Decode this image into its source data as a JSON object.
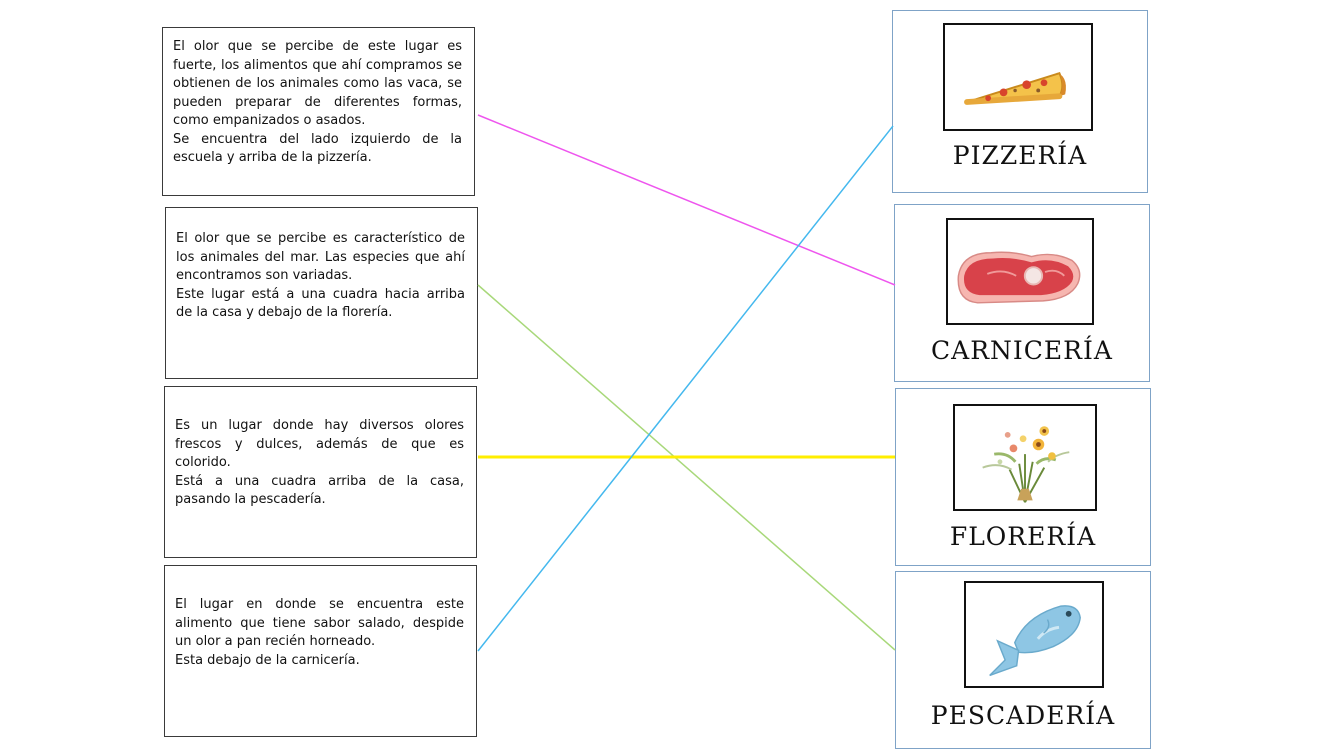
{
  "descriptions": [
    {
      "text": "El olor que se percibe de este lugar es fuerte, los alimentos que ahí compramos se obtienen de los animales como las vaca, se pueden preparar de diferentes formas, como empanizados o asados.\nSe encuentra del lado izquierdo de la escuela y arriba de la pizzería."
    },
    {
      "text": "El olor que se percibe es característico de los animales del mar. Las especies que ahí encontramos son variadas.\nEste lugar está a una cuadra hacia arriba de la casa y debajo de la florería."
    },
    {
      "text": "Es un lugar donde hay diversos olores frescos y dulces, además de que es colorido.\nEstá a una cuadra arriba de la casa, pasando la pescadería."
    },
    {
      "text": "El lugar en donde se encuentra este alimento que tiene sabor salado, despide un olor a pan recién horneado.\nEsta debajo de la carnicería."
    }
  ],
  "places": [
    {
      "label": "PIZZERÍA",
      "icon": "pizza-slice-icon"
    },
    {
      "label": "CARNICERÍA",
      "icon": "meat-steak-icon"
    },
    {
      "label": "FLORERÍA",
      "icon": "flower-bouquet-icon"
    },
    {
      "label": "PESCADERÍA",
      "icon": "fish-icon"
    }
  ],
  "connections": [
    {
      "from_description": 1,
      "to_place": 2,
      "color": "#ee55ee"
    },
    {
      "from_description": 2,
      "to_place": 4,
      "color": "#a8d87a"
    },
    {
      "from_description": 3,
      "to_place": 3,
      "color": "#ffee00"
    },
    {
      "from_description": 4,
      "to_place": 1,
      "color": "#44b8ee"
    }
  ]
}
